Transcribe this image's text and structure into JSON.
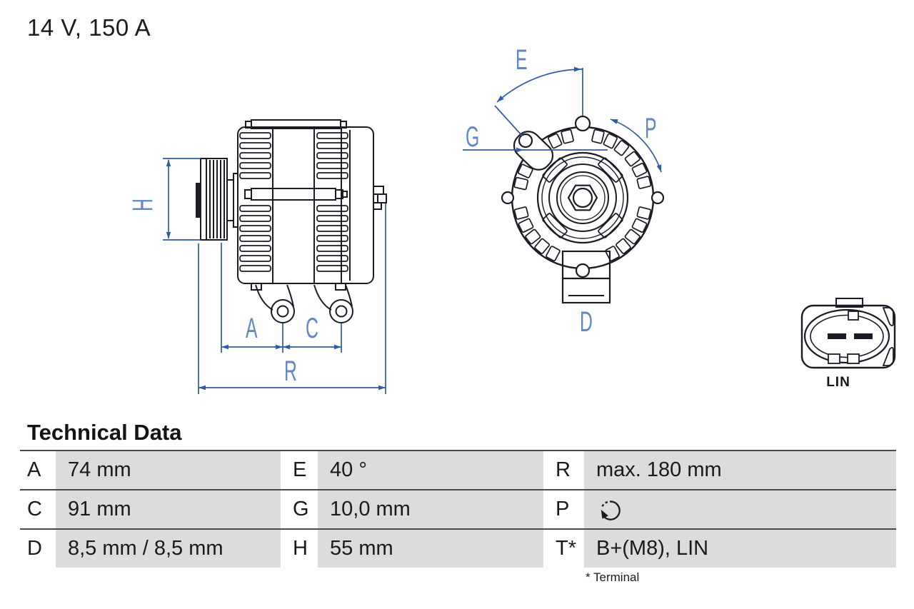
{
  "header": {
    "title": "14 V, 150 A"
  },
  "diagram": {
    "dimension_labels": {
      "H": "H",
      "A": "A",
      "C": "C",
      "R": "R",
      "E": "E",
      "G": "G",
      "P": "P",
      "D": "D"
    },
    "connector_label": "LIN",
    "colors": {
      "ink": "#1b1b26",
      "dimension_blue": "#2f5aa8",
      "label_blue": "#6286c4"
    }
  },
  "table": {
    "title": "Technical Data",
    "rows": [
      {
        "cells": [
          {
            "label": "A",
            "value": "74 mm"
          },
          {
            "label": "E",
            "value": "40 °"
          },
          {
            "label": "R",
            "value": "max. 180 mm"
          }
        ]
      },
      {
        "cells": [
          {
            "label": "C",
            "value": "91 mm"
          },
          {
            "label": "G",
            "value": "10,0 mm"
          },
          {
            "label": "P",
            "value": "",
            "icon": "clockwise-rotation-icon"
          }
        ]
      },
      {
        "cells": [
          {
            "label": "D",
            "value": "8,5 mm / 8,5 mm"
          },
          {
            "label": "H",
            "value": "55 mm"
          },
          {
            "label": "T*",
            "value": "B+(M8), LIN"
          }
        ]
      }
    ],
    "footnote": "* Terminal",
    "colors": {
      "value_bg": "#dcdcde",
      "rule": "#4a4a4a"
    }
  }
}
